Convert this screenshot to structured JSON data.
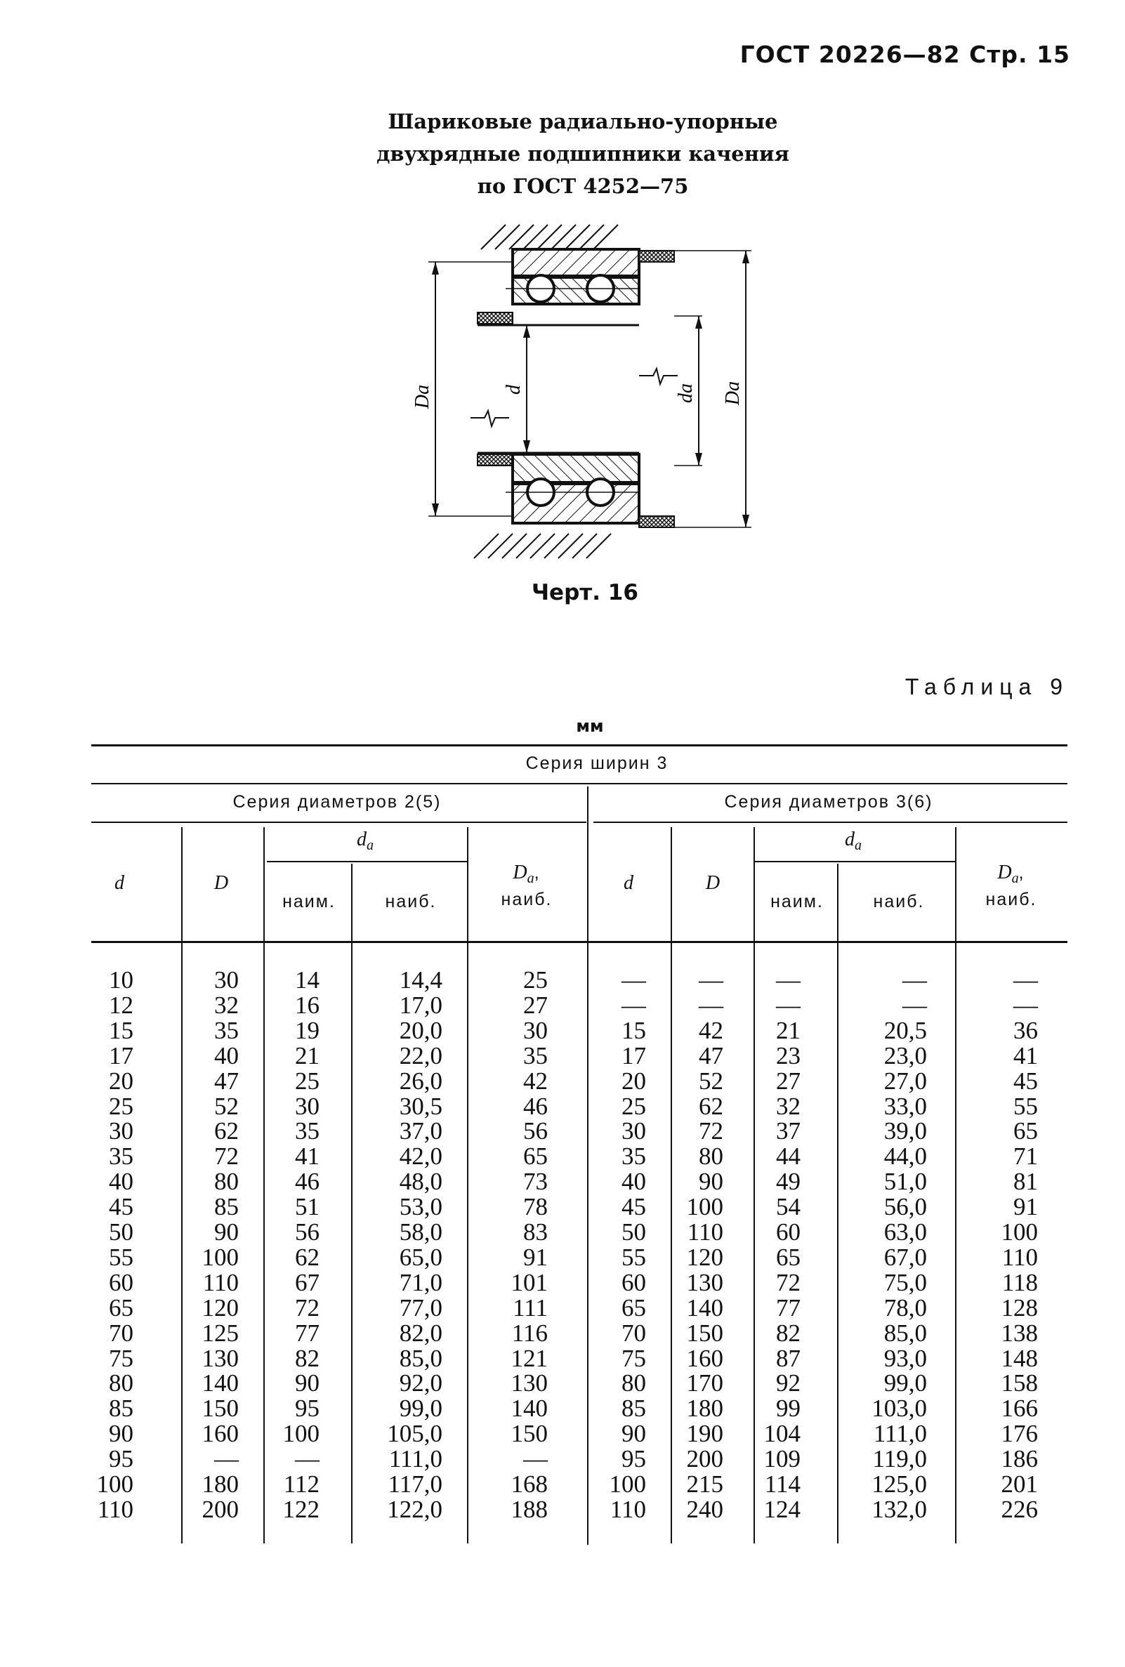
{
  "header": {
    "text": "ГОСТ 20226—82 Стр. 15"
  },
  "title": {
    "lines": [
      "Шариковые радиально-упорные",
      "двухрядные подшипники качения",
      "по ГОСТ 4252—75"
    ]
  },
  "figure": {
    "caption": "Черт. 16",
    "labels": {
      "Da_left": "Da",
      "d": "d",
      "da": "da",
      "Da_right": "Da"
    }
  },
  "table": {
    "label": "Таблица 9",
    "units": "мм",
    "width_series": "Серия ширин 3",
    "groups": [
      {
        "title": "Серия диаметров 2(5)"
      },
      {
        "title": "Серия диаметров 3(6)"
      }
    ],
    "headers": {
      "d": "d",
      "D": "D",
      "da_main": "d",
      "da_sub": "a",
      "min": "наим.",
      "max": "наиб.",
      "Da_main": "D",
      "Da_sub": "a",
      "Da_comma": ",",
      "Da_max": "наиб."
    },
    "rows": [
      [
        "10",
        "30",
        "14",
        "14,4",
        "25",
        "—",
        "—",
        "—",
        "—",
        "—"
      ],
      [
        "12",
        "32",
        "16",
        "17,0",
        "27",
        "—",
        "—",
        "—",
        "—",
        "—"
      ],
      [
        "15",
        "35",
        "19",
        "20,0",
        "30",
        "15",
        "42",
        "21",
        "20,5",
        "36"
      ],
      [
        "17",
        "40",
        "21",
        "22,0",
        "35",
        "17",
        "47",
        "23",
        "23,0",
        "41"
      ],
      [
        "20",
        "47",
        "25",
        "26,0",
        "42",
        "20",
        "52",
        "27",
        "27,0",
        "45"
      ],
      [
        "25",
        "52",
        "30",
        "30,5",
        "46",
        "25",
        "62",
        "32",
        "33,0",
        "55"
      ],
      [
        "30",
        "62",
        "35",
        "37,0",
        "56",
        "30",
        "72",
        "37",
        "39,0",
        "65"
      ],
      [
        "35",
        "72",
        "41",
        "42,0",
        "65",
        "35",
        "80",
        "44",
        "44,0",
        "71"
      ],
      [
        "40",
        "80",
        "46",
        "48,0",
        "73",
        "40",
        "90",
        "49",
        "51,0",
        "81"
      ],
      [
        "45",
        "85",
        "51",
        "53,0",
        "78",
        "45",
        "100",
        "54",
        "56,0",
        "91"
      ],
      [
        "50",
        "90",
        "56",
        "58,0",
        "83",
        "50",
        "110",
        "60",
        "63,0",
        "100"
      ],
      [
        "55",
        "100",
        "62",
        "65,0",
        "91",
        "55",
        "120",
        "65",
        "67,0",
        "110"
      ],
      [
        "60",
        "110",
        "67",
        "71,0",
        "101",
        "60",
        "130",
        "72",
        "75,0",
        "118"
      ],
      [
        "65",
        "120",
        "72",
        "77,0",
        "111",
        "65",
        "140",
        "77",
        "78,0",
        "128"
      ],
      [
        "70",
        "125",
        "77",
        "82,0",
        "116",
        "70",
        "150",
        "82",
        "85,0",
        "138"
      ],
      [
        "75",
        "130",
        "82",
        "85,0",
        "121",
        "75",
        "160",
        "87",
        "93,0",
        "148"
      ],
      [
        "80",
        "140",
        "90",
        "92,0",
        "130",
        "80",
        "170",
        "92",
        "99,0",
        "158"
      ],
      [
        "85",
        "150",
        "95",
        "99,0",
        "140",
        "85",
        "180",
        "99",
        "103,0",
        "166"
      ],
      [
        "90",
        "160",
        "100",
        "105,0",
        "150",
        "90",
        "190",
        "104",
        "111,0",
        "176"
      ],
      [
        "95",
        "—",
        "—",
        "111,0",
        "—",
        "95",
        "200",
        "109",
        "119,0",
        "186"
      ],
      [
        "100",
        "180",
        "112",
        "117,0",
        "168",
        "100",
        "215",
        "114",
        "125,0",
        "201"
      ],
      [
        "110",
        "200",
        "122",
        "122,0",
        "188",
        "110",
        "240",
        "124",
        "132,0",
        "226"
      ]
    ]
  }
}
